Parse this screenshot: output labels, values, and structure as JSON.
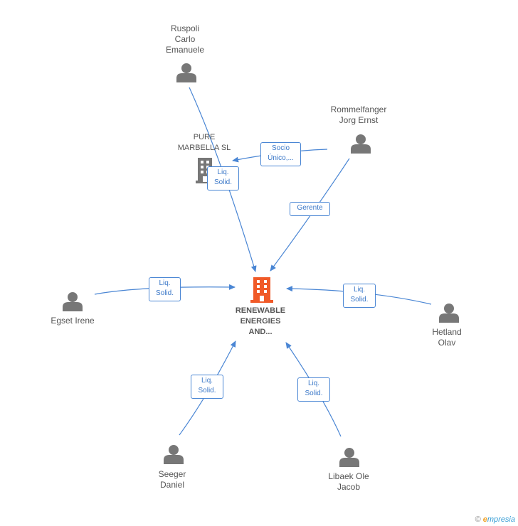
{
  "colors": {
    "edge": "#4a86d4",
    "person": "#777777",
    "company_main": "#f05a28",
    "company_other": "#777777"
  },
  "center": {
    "label_lines": [
      "RENEWABLE",
      "ENERGIES",
      "AND..."
    ]
  },
  "company": {
    "label_lines": [
      "PURE",
      "MARBELLA  SL"
    ]
  },
  "persons": [
    {
      "id": "ruspoli",
      "label_lines": [
        "Ruspoli",
        "Carlo",
        "Emanuele"
      ]
    },
    {
      "id": "rommelfanger",
      "label_lines": [
        "Rommelfanger",
        "Jorg Ernst"
      ]
    },
    {
      "id": "egset",
      "label_lines": [
        "Egset Irene"
      ]
    },
    {
      "id": "hetland",
      "label_lines": [
        "Hetland",
        "Olav"
      ]
    },
    {
      "id": "seeger",
      "label_lines": [
        "Seeger",
        "Daniel"
      ]
    },
    {
      "id": "libaek",
      "label_lines": [
        "Libaek Ole",
        "Jacob"
      ]
    }
  ],
  "edge_labels": {
    "socio": [
      "Socio",
      "Único,..."
    ],
    "liq_pure": [
      "Liq.",
      "Solid."
    ],
    "gerente": [
      "Gerente"
    ],
    "liq_egset": [
      "Liq.",
      "Solid."
    ],
    "liq_hetland": [
      "Liq.",
      "Solid."
    ],
    "liq_seeger": [
      "Liq.",
      "Solid."
    ],
    "liq_libaek": [
      "Liq.",
      "Solid."
    ]
  },
  "footer": {
    "copyright": "©",
    "brand_first": "e",
    "brand_rest": "mpresia"
  }
}
